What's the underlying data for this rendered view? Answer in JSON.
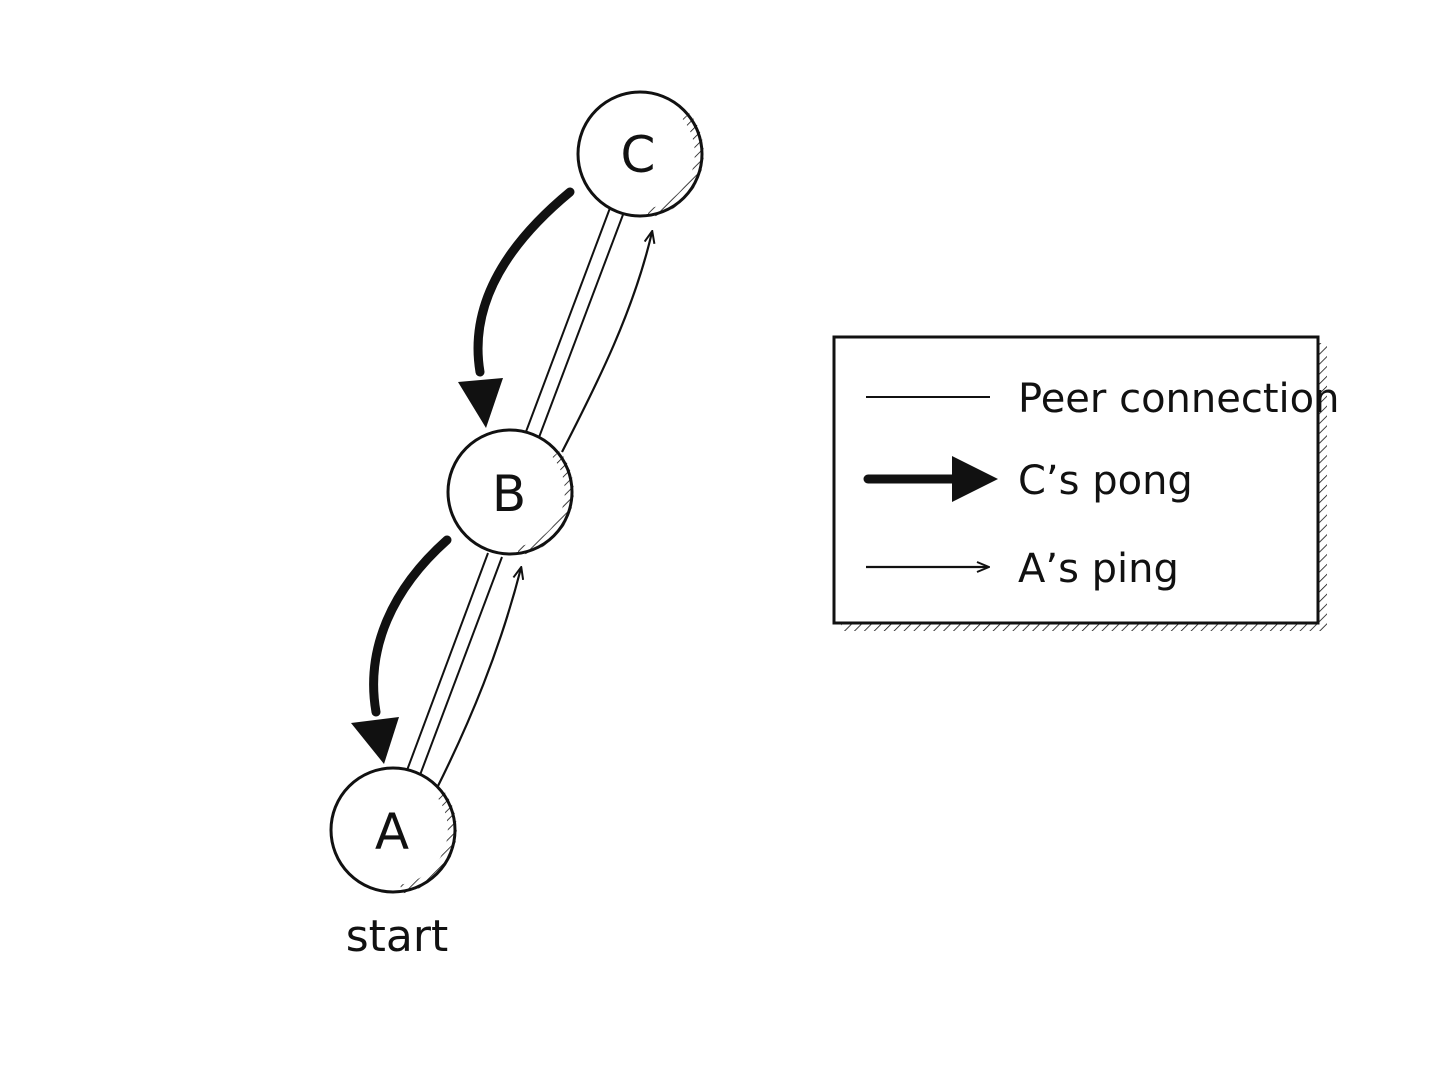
{
  "diagram": {
    "nodes": [
      {
        "id": "A",
        "label": "A"
      },
      {
        "id": "B",
        "label": "B"
      },
      {
        "id": "C",
        "label": "C"
      }
    ],
    "start_label": "start",
    "legend": {
      "peer_connection": "Peer connection",
      "pong": "C’s pong",
      "ping": "A’s ping"
    }
  },
  "colors": {
    "ink": "#111111",
    "background": "#ffffff"
  }
}
